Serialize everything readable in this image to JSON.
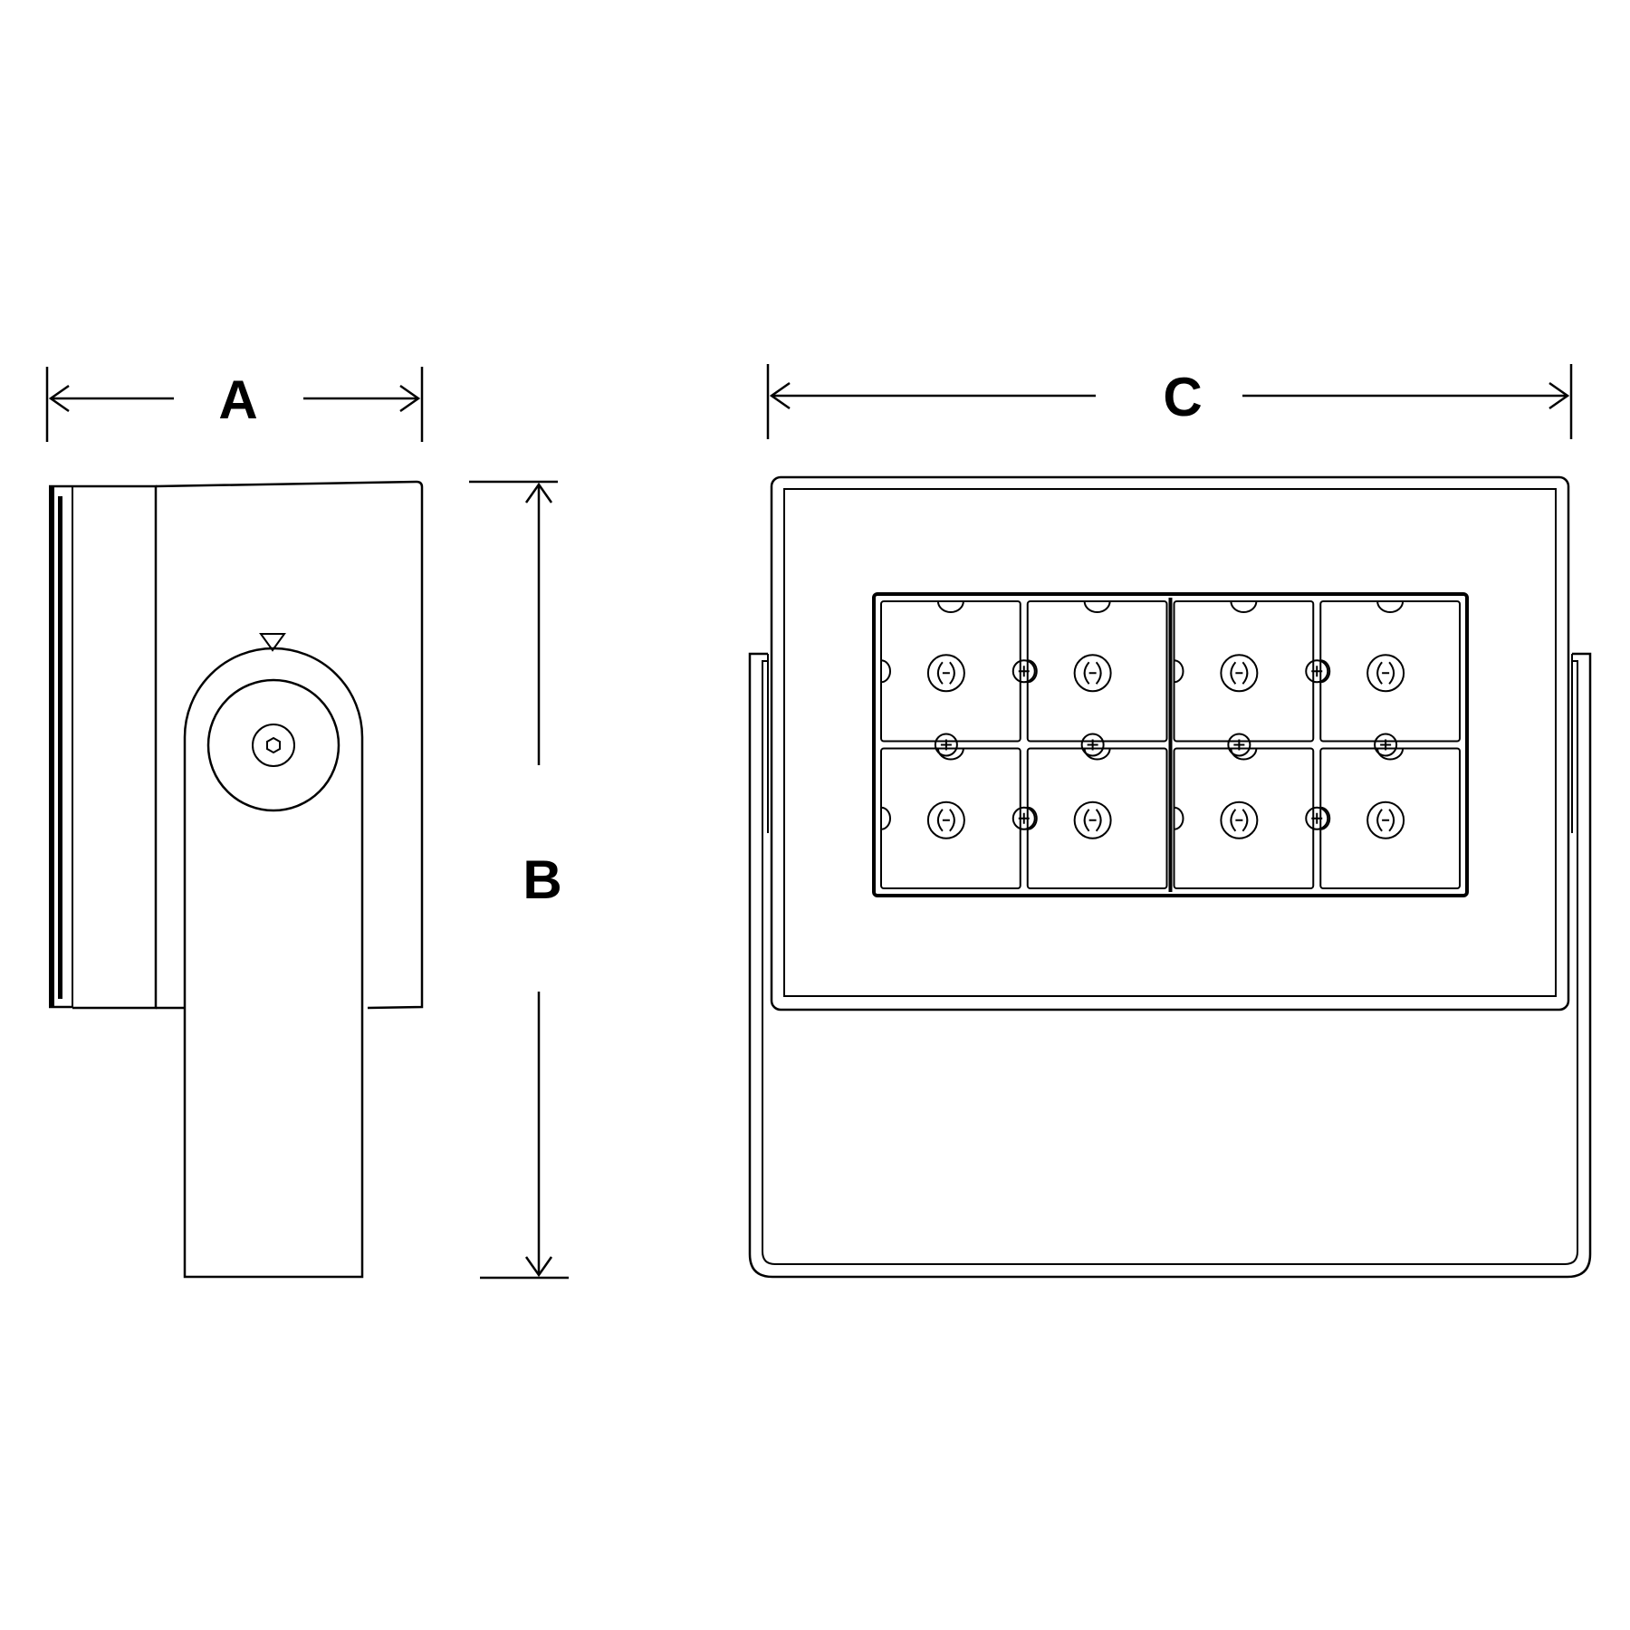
{
  "dimensions": {
    "a": {
      "label": "A"
    },
    "b": {
      "label": "B"
    },
    "c": {
      "label": "C"
    }
  },
  "led_module": {
    "rows": 2,
    "cols": 4
  },
  "colors": {
    "line": "#000000",
    "background": "#ffffff"
  }
}
